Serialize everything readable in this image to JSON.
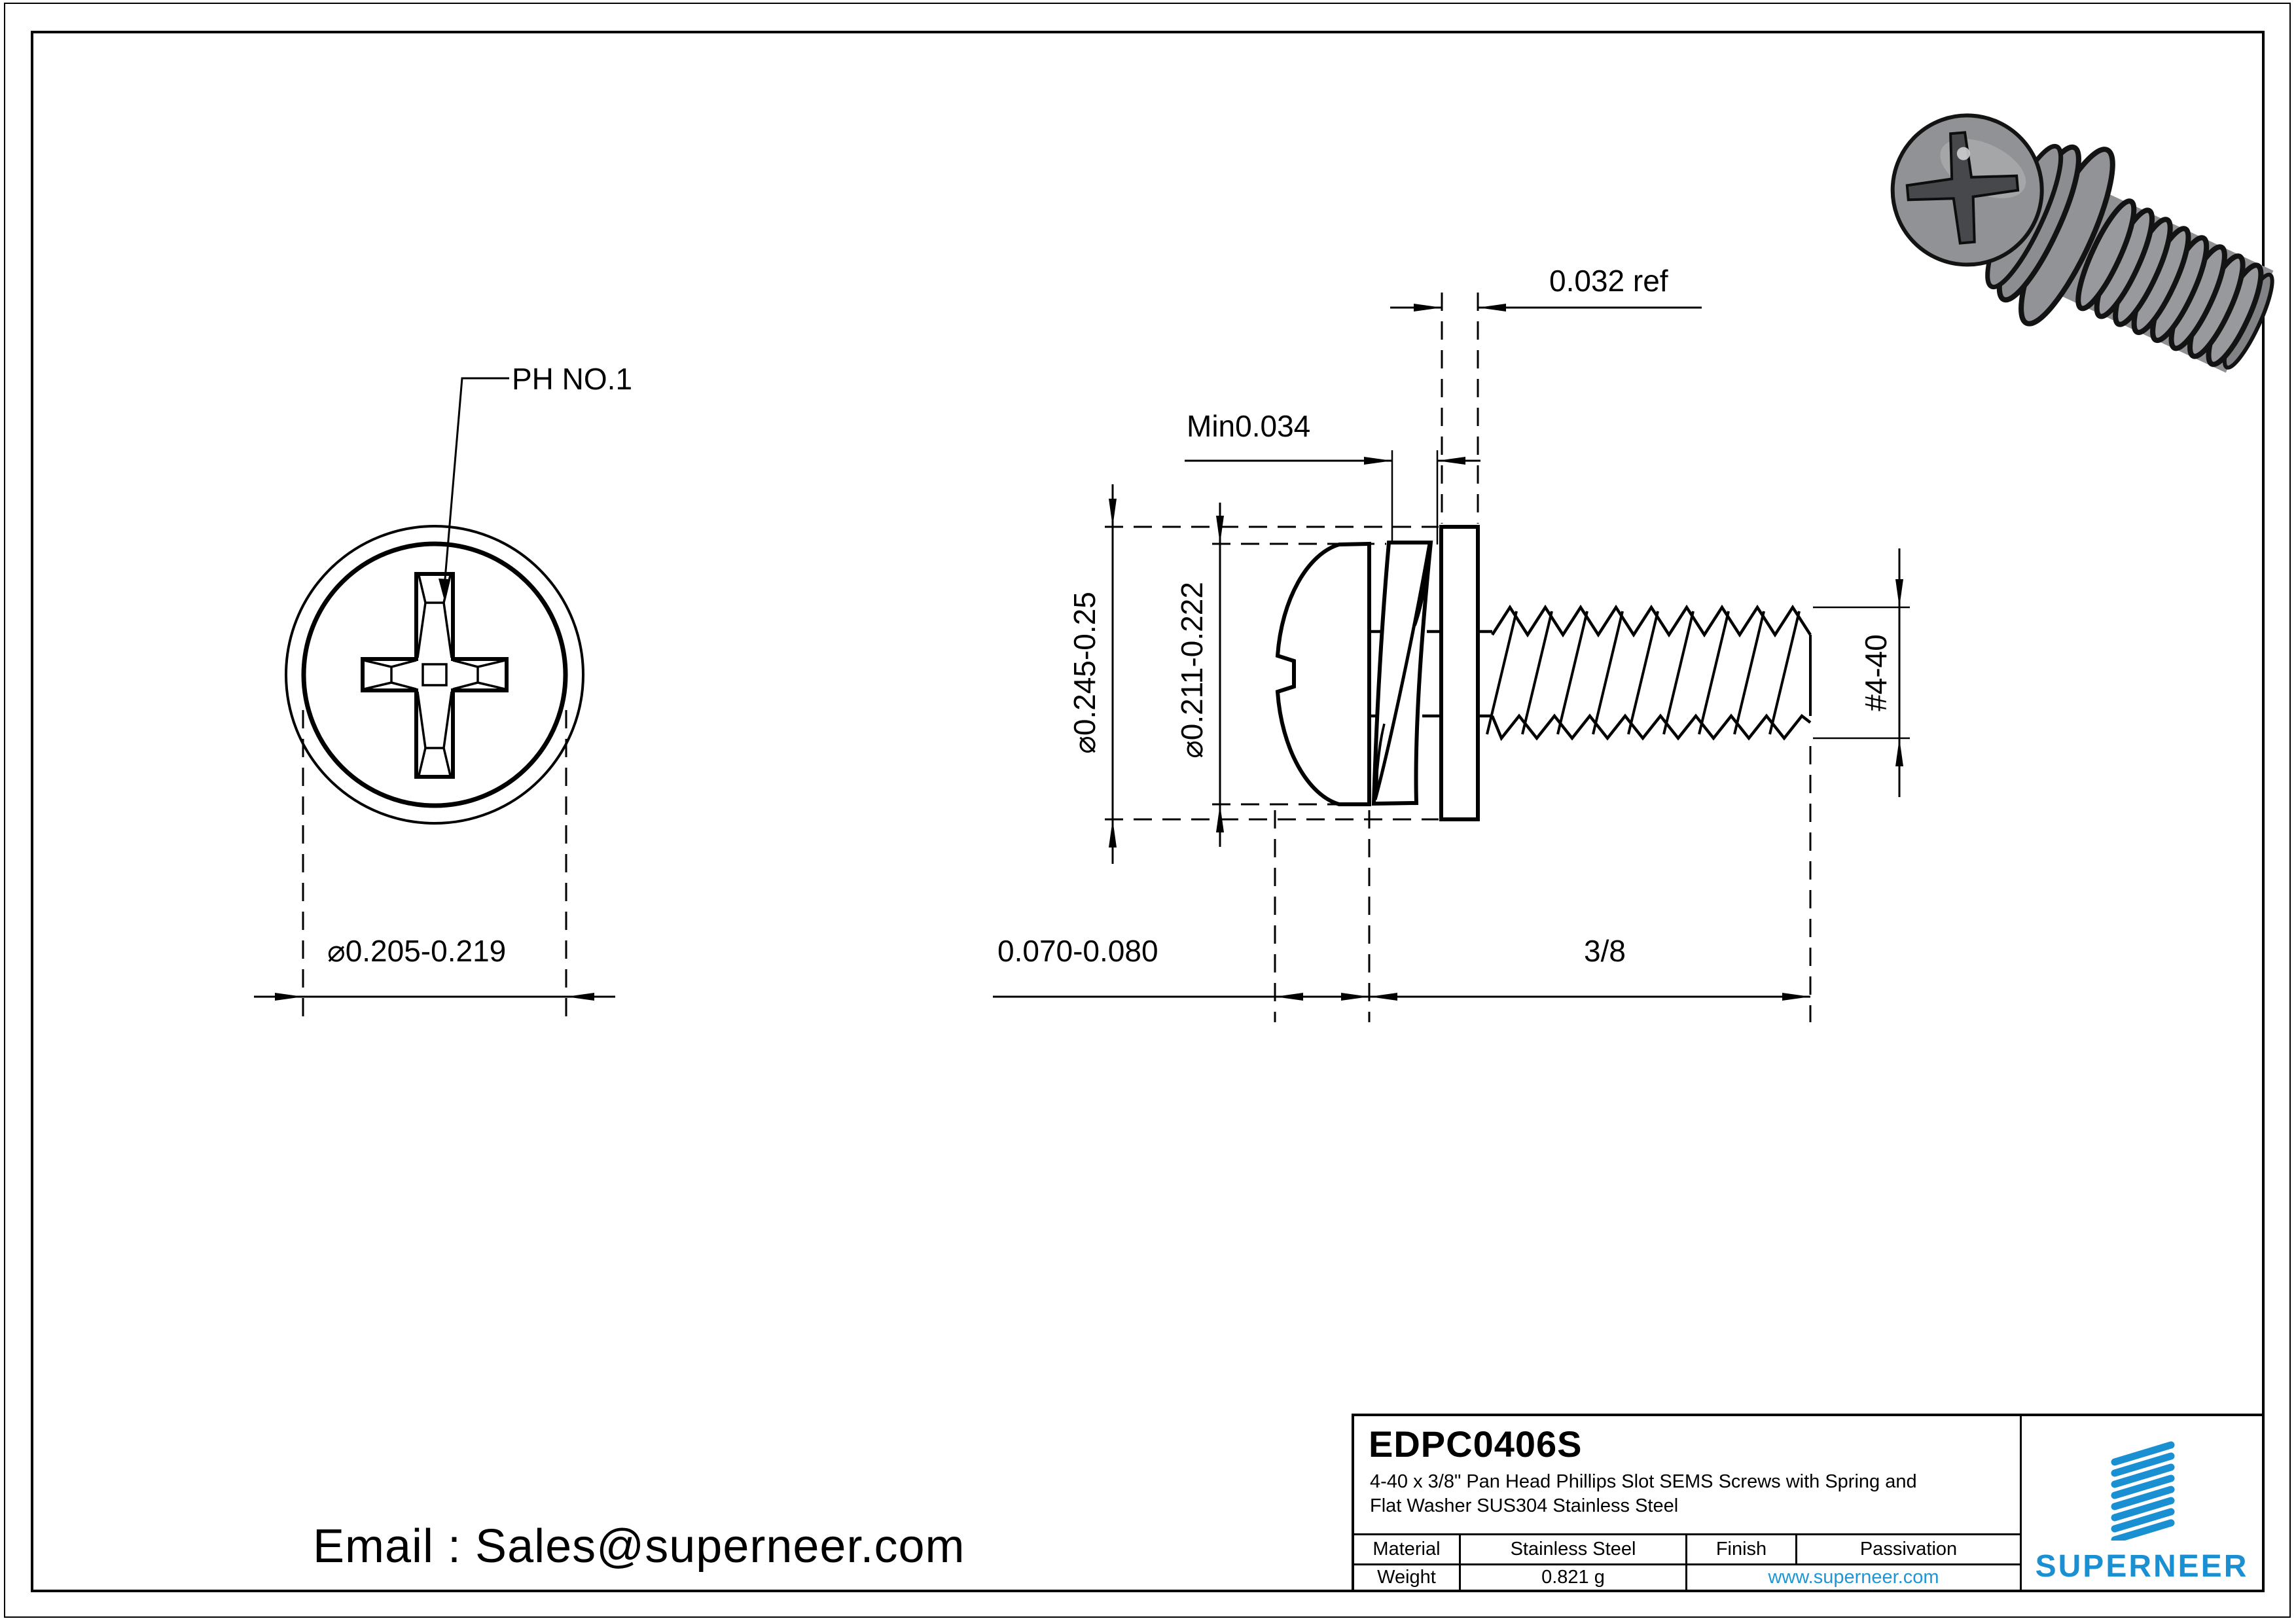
{
  "dims": {
    "head_slot_label": "PH NO.1",
    "head_diameter_front": "⌀0.205-0.219",
    "washer_od": "⌀0.245-0.25",
    "head_od": "⌀0.211-0.222",
    "flat_washer_thickness": "0.032 ref",
    "spring_washer_min": "Min0.034",
    "head_height": "0.070-0.080",
    "thread_length": "3/8",
    "thread_spec": "#4-40"
  },
  "title_block": {
    "part_number": "EDPC0406S",
    "description_line1": "4-40 x 3/8\" Pan Head Phillips Slot SEMS Screws with Spring and",
    "description_line2": "Flat Washer SUS304 Stainless Steel",
    "material_label": "Material",
    "material_value": "Stainless Steel",
    "finish_label": "Finish",
    "finish_value": "Passivation",
    "weight_label": "Weight",
    "weight_value": "0.821 g",
    "website": "www.superneer.com",
    "brand": "SUPERNEER"
  },
  "footer": {
    "email": "Email : Sales@superneer.com"
  },
  "colors": {
    "brand_blue": "#1a8fd1",
    "link_blue": "#1e96d6",
    "line_black": "#000000"
  }
}
